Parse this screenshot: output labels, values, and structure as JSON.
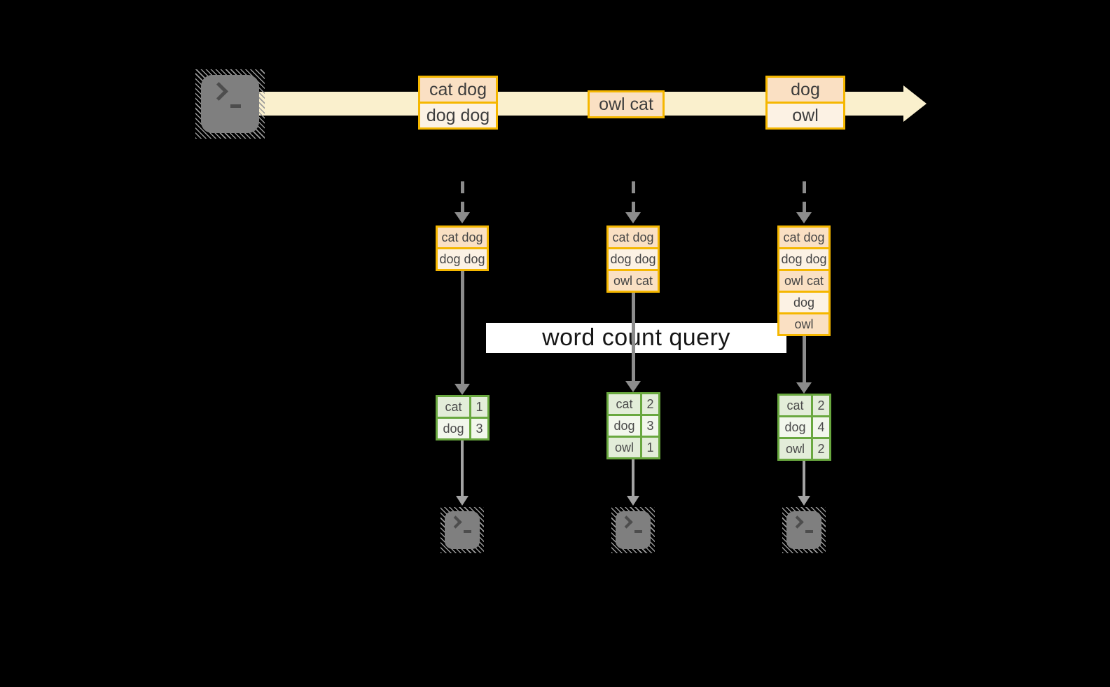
{
  "query_label": "word count query",
  "colors": {
    "background": "#000000",
    "stream_band": "#FAF0CD",
    "box_border_gold": "#F5B700",
    "cell_peach": "#FAE0C3",
    "cell_cream": "#FCF2E4",
    "table_border_green": "#69A83F",
    "cell_green": "#E3EDD9",
    "cell_green_light": "#F2F7EC",
    "arrow_gray": "#8C8C8C",
    "terminal_gray": "#7F7F7F",
    "banner_bg": "#FFFFFF"
  },
  "stream": {
    "batches": [
      {
        "lines": [
          "cat dog",
          "dog dog"
        ]
      },
      {
        "lines": [
          "owl cat"
        ]
      },
      {
        "lines": [
          "dog",
          "owl"
        ]
      }
    ]
  },
  "columns": [
    {
      "input_rows": [
        "cat dog",
        "dog dog"
      ],
      "result_rows": [
        {
          "word": "cat",
          "count": "1"
        },
        {
          "word": "dog",
          "count": "3"
        }
      ]
    },
    {
      "input_rows": [
        "cat dog",
        "dog dog",
        "owl cat"
      ],
      "result_rows": [
        {
          "word": "cat",
          "count": "2"
        },
        {
          "word": "dog",
          "count": "3"
        },
        {
          "word": "owl",
          "count": "1"
        }
      ]
    },
    {
      "input_rows": [
        "cat dog",
        "dog dog",
        "owl cat",
        "dog",
        "owl"
      ],
      "result_rows": [
        {
          "word": "cat",
          "count": "2"
        },
        {
          "word": "dog",
          "count": "4"
        },
        {
          "word": "owl",
          "count": "2"
        }
      ]
    }
  ]
}
